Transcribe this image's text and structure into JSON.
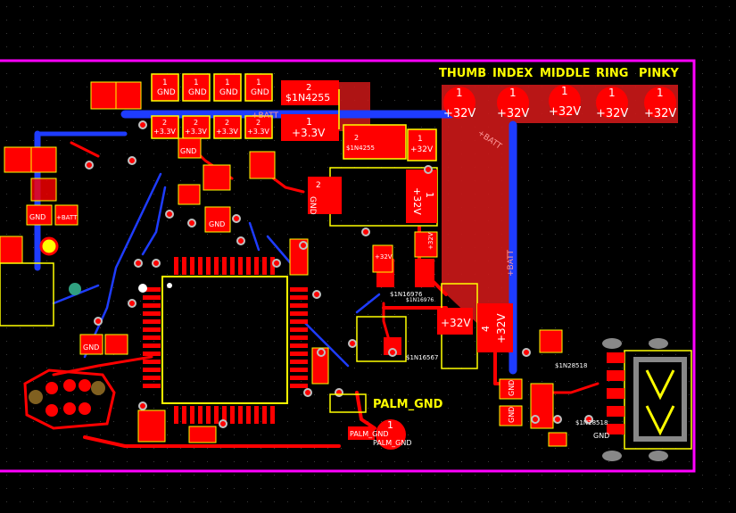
{
  "colors": {
    "background": "#000000",
    "board_outline": "#ff00ff",
    "copper_top": "#ff0000",
    "copper_bottom": "#1e3cff",
    "silkscreen": "#ffff00",
    "pad_label": "#ffffff",
    "drill": "#c0c0c0",
    "pour": "#cc1818"
  },
  "finger_labels": [
    "THUMB",
    "INDEX",
    "MIDDLE",
    "RING",
    "PINKY"
  ],
  "finger_pads": [
    {
      "pin": "1",
      "net": "+32V"
    },
    {
      "pin": "1",
      "net": "+32V"
    },
    {
      "pin": "1",
      "net": "+32V"
    },
    {
      "pin": "1",
      "net": "+32V"
    },
    {
      "pin": "1",
      "net": "+32V"
    }
  ],
  "gnd_pads": [
    {
      "pin": "1",
      "net": "GND"
    },
    {
      "pin": "1",
      "net": "GND"
    },
    {
      "pin": "1",
      "net": "GND"
    },
    {
      "pin": "1",
      "net": "GND"
    }
  ],
  "v33_pads": [
    {
      "pin": "2",
      "net": "+3.3V"
    },
    {
      "pin": "2",
      "net": "+3.3V"
    },
    {
      "pin": "2",
      "net": "+3.3V"
    },
    {
      "pin": "2",
      "net": "+3.3V"
    }
  ],
  "labels": {
    "diode_top_pin": "2",
    "diode_top_net": "$1N4255",
    "v33_big_pin": "1",
    "v33_big_net": "+3.3V",
    "batt_trace": "+BATT",
    "batt_trace2": "+BATT",
    "batt_vertical": "+BATT",
    "diode_mid_pin": "2",
    "diode_mid_net": "$1N4255",
    "v32_small_pin": "1",
    "v32_small_net": "+32V",
    "reg_gnd_pin": "2",
    "reg_gnd_net": "GND",
    "reg_v32_pin": "1",
    "reg_v32_net": "+32V",
    "diode_small_net": "$1N16976",
    "diode_small_net2": "$1N16976",
    "v32_mid": "+32V",
    "v32_mid2": "+32V",
    "big_v32_pin": "4",
    "big_v32_net": "+32V",
    "diode_low_net": "$1N16567",
    "palm_gnd_title": "PALM_GND",
    "palm_pad_pin": "1",
    "palm_pad_net": "PALM_GND",
    "palm_pad_net2": "PALM_GND",
    "usb_net1": "$1N28518",
    "usb_net2": "$1N28518",
    "usb_gnd": "GND",
    "small_gnd_a": "GND",
    "small_gnd_b": "GND",
    "small_gnd_c": "GND",
    "small_gnd_d": "GND",
    "small_gnd_e": "GND",
    "small_gnd_f": "GND",
    "small_batt": "+BATT",
    "small_v32": "+32V"
  }
}
